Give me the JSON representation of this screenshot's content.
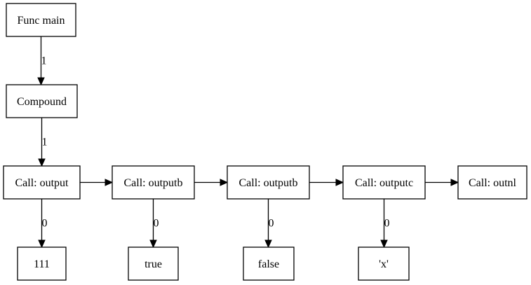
{
  "nodes": [
    {
      "id": "func_main",
      "label": "Func main"
    },
    {
      "id": "compound",
      "label": "Compound"
    },
    {
      "id": "call_output",
      "label": "Call: output"
    },
    {
      "id": "call_outputb_1",
      "label": "Call: outputb"
    },
    {
      "id": "call_outputb_2",
      "label": "Call: outputb"
    },
    {
      "id": "call_outputc",
      "label": "Call: outputc"
    },
    {
      "id": "call_outnl",
      "label": "Call: outnl"
    },
    {
      "id": "lit_111",
      "label": "111"
    },
    {
      "id": "lit_true",
      "label": "true"
    },
    {
      "id": "lit_false",
      "label": "false"
    },
    {
      "id": "lit_x",
      "label": "'x'"
    }
  ],
  "edges": [
    {
      "from": "func_main",
      "to": "compound",
      "label": "1"
    },
    {
      "from": "compound",
      "to": "call_output",
      "label": "1"
    },
    {
      "from": "call_output",
      "to": "call_outputb_1",
      "label": ""
    },
    {
      "from": "call_outputb_1",
      "to": "call_outputb_2",
      "label": ""
    },
    {
      "from": "call_outputb_2",
      "to": "call_outputc",
      "label": ""
    },
    {
      "from": "call_outputc",
      "to": "call_outnl",
      "label": ""
    },
    {
      "from": "call_output",
      "to": "lit_111",
      "label": "0"
    },
    {
      "from": "call_outputb_1",
      "to": "lit_true",
      "label": "0"
    },
    {
      "from": "call_outputb_2",
      "to": "lit_false",
      "label": "0"
    },
    {
      "from": "call_outputc",
      "to": "lit_x",
      "label": "0"
    }
  ]
}
